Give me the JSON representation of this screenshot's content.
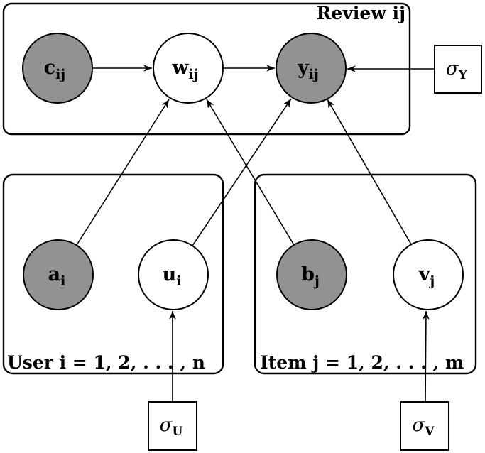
{
  "figure": {
    "type": "plate-notation probabilistic graphical model",
    "colors": {
      "shaded": "#929292",
      "unshaded": "#ffffff",
      "stroke": "#000000"
    },
    "plates": {
      "review": {
        "label": "Review ij"
      },
      "user": {
        "label": "User i = 1, 2, . . . , n"
      },
      "item": {
        "label": "Item j = 1, 2, . . . , m"
      }
    },
    "nodes": {
      "c": {
        "main": "c",
        "sub": "ij",
        "shaded": true
      },
      "w": {
        "main": "w",
        "sub": "ij",
        "shaded": false
      },
      "y": {
        "main": "y",
        "sub": "ij",
        "shaded": true
      },
      "a": {
        "main": "a",
        "sub": "i",
        "shaded": true
      },
      "u": {
        "main": "u",
        "sub": "i",
        "shaded": false
      },
      "b": {
        "main": "b",
        "sub": "j",
        "shaded": true
      },
      "v": {
        "main": "v",
        "sub": "j",
        "shaded": false
      }
    },
    "params": {
      "sigmaY": {
        "main": "σ",
        "sub": "Y"
      },
      "sigmaU": {
        "main": "σ",
        "sub": "U"
      },
      "sigmaV": {
        "main": "σ",
        "sub": "V"
      }
    },
    "edges": [
      {
        "from": "c_ij",
        "to": "w_ij"
      },
      {
        "from": "w_ij",
        "to": "y_ij"
      },
      {
        "from": "sigma_Y",
        "to": "y_ij"
      },
      {
        "from": "a_i",
        "to": "w_ij"
      },
      {
        "from": "u_i",
        "to": "y_ij"
      },
      {
        "from": "b_j",
        "to": "w_ij"
      },
      {
        "from": "v_j",
        "to": "y_ij"
      },
      {
        "from": "sigma_U",
        "to": "u_i"
      },
      {
        "from": "sigma_V",
        "to": "v_j"
      }
    ]
  }
}
